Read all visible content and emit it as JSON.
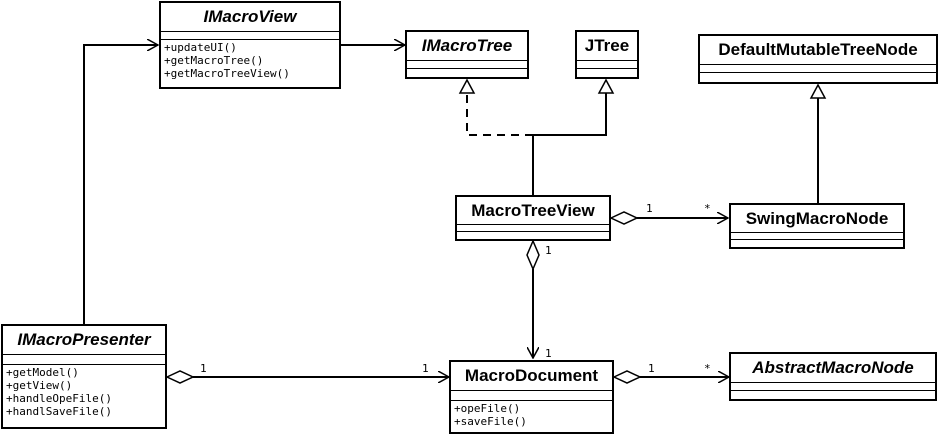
{
  "diagram": {
    "classes": {
      "imacroview": {
        "name": "IMacroView",
        "operations": [
          "+updateUI()",
          "+getMacroTree()",
          "+getMacroTreeView()"
        ]
      },
      "imacrotree": {
        "name": "IMacroTree",
        "operations": []
      },
      "jtree": {
        "name": "JTree",
        "operations": []
      },
      "defaultmutabletreenode": {
        "name": "DefaultMutableTreeNode",
        "operations": []
      },
      "macrotreeview": {
        "name": "MacroTreeView",
        "operations": []
      },
      "swingmacronode": {
        "name": "SwingMacroNode",
        "operations": []
      },
      "imacropresenter": {
        "name": "IMacroPresenter",
        "operations": [
          "+getModel()",
          "+getView()",
          "+handleOpeFile()",
          "+handlSaveFile()"
        ]
      },
      "macrodocument": {
        "name": "MacroDocument",
        "operations": [
          "+opeFile()",
          "+saveFile()"
        ]
      },
      "abstractmacronode": {
        "name": "AbstractMacroNode",
        "operations": []
      }
    },
    "multiplicities": {
      "treeview_swing_src": "1",
      "treeview_swing_dst": "*",
      "treeview_doc_src": "1",
      "treeview_doc_dst": "1",
      "presenter_doc_src": "1",
      "presenter_doc_dst": "1",
      "doc_abstract_src": "1",
      "doc_abstract_dst": "*"
    }
  }
}
